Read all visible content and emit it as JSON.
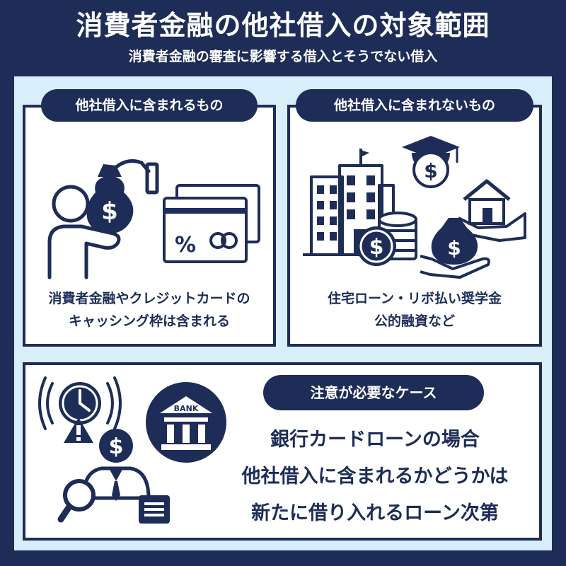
{
  "header": {
    "title": "消費者金融の他社借入の対象範囲",
    "subtitle": "消費者金融の審査に影響する借入とそうでない借入"
  },
  "left_panel": {
    "heading": "他社借入に含まれるもの",
    "caption_line1": "消費者金融やクレジットカードの",
    "caption_line2": "キャッシング枠は含まれる"
  },
  "right_panel": {
    "heading": "他社借入に含まれないもの",
    "caption_line1": "住宅ローン・リボ払い奨学金",
    "caption_line2": "公的融資など"
  },
  "bottom_panel": {
    "heading": "注意が必要なケース",
    "line1": "銀行カードローンの場合",
    "line2": "他社借入に含まれるかどうかは",
    "line3": "新たに借り入れるローン次第",
    "bank_label": "BANK"
  },
  "icons": {
    "person_moneybag": "person-with-moneybag-icon",
    "credit_card": "credit-card-icon",
    "office_building": "office-building-icon",
    "coin_stack": "coin-stack-icon",
    "graduation_cap": "graduation-cap-dollar-icon",
    "house_hand": "house-in-hand-icon",
    "moneybag_hand": "moneybag-in-hand-icon",
    "alarm_clock": "alarm-clock-icon",
    "warning": "warning-icon",
    "bank": "bank-icon",
    "businessman": "businessman-dollar-icon",
    "magnifier": "magnifier-icon",
    "document": "document-icon"
  },
  "colors": {
    "navy": "#1d2d57",
    "light_blue": "#d8eefb",
    "white": "#ffffff"
  }
}
